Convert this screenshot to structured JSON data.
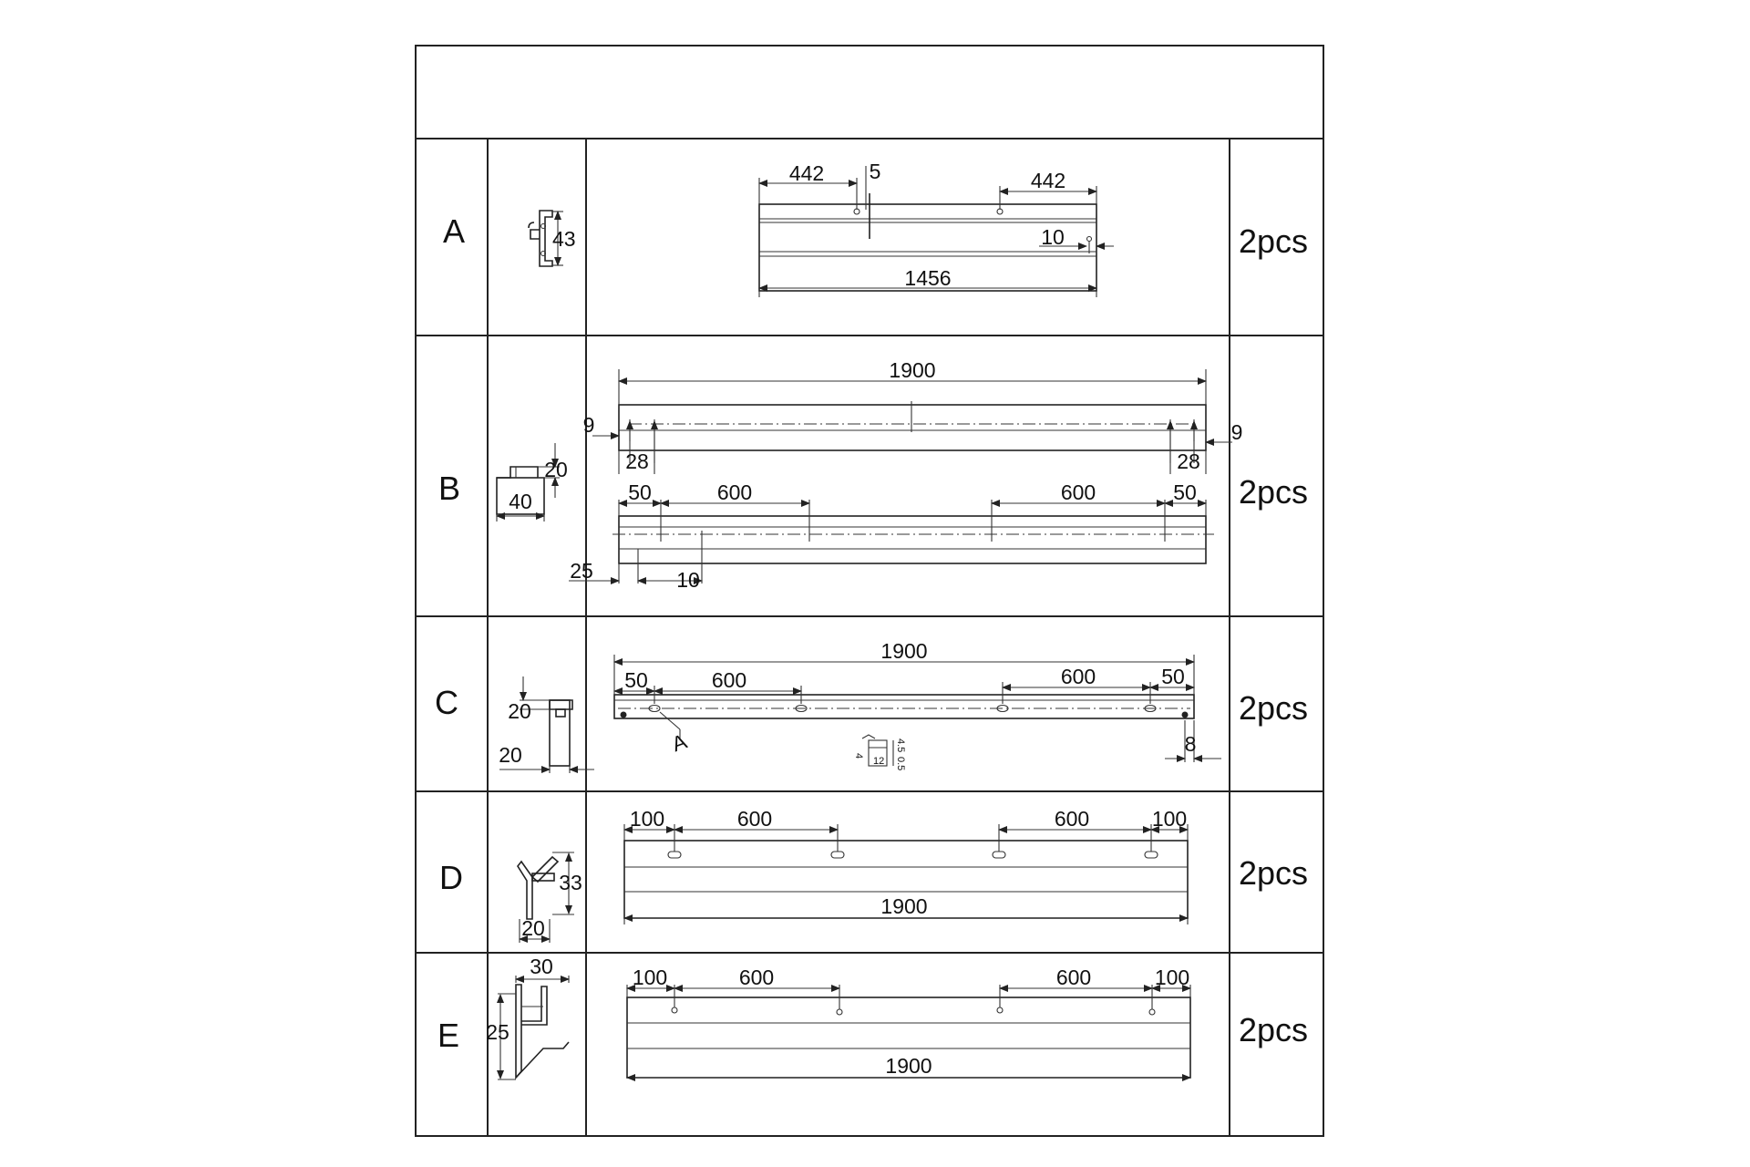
{
  "parts": [
    {
      "letter": "A",
      "quantity": "2pcs",
      "profile_labels": [
        "43"
      ],
      "dimensions": [
        "442",
        "5",
        "442",
        "10",
        "1456"
      ]
    },
    {
      "letter": "B",
      "quantity": "2pcs",
      "profile_labels": [
        "20",
        "40"
      ],
      "dimensions": [
        "1900",
        "9",
        "28",
        "28",
        "9",
        "50",
        "600",
        "600",
        "50",
        "25",
        "10"
      ]
    },
    {
      "letter": "C",
      "quantity": "2pcs",
      "profile_labels": [
        "20",
        "20"
      ],
      "dimensions": [
        "1900",
        "50",
        "600",
        "600",
        "50",
        "A",
        "8"
      ],
      "detail_labels": [
        "4",
        "12",
        "4.5",
        "0.5"
      ]
    },
    {
      "letter": "D",
      "quantity": "2pcs",
      "profile_labels": [
        "33",
        "20"
      ],
      "dimensions": [
        "100",
        "600",
        "600",
        "100",
        "1900"
      ]
    },
    {
      "letter": "E",
      "quantity": "2pcs",
      "profile_labels": [
        "30",
        "25"
      ],
      "dimensions": [
        "100",
        "600",
        "600",
        "100",
        "1900"
      ]
    }
  ]
}
